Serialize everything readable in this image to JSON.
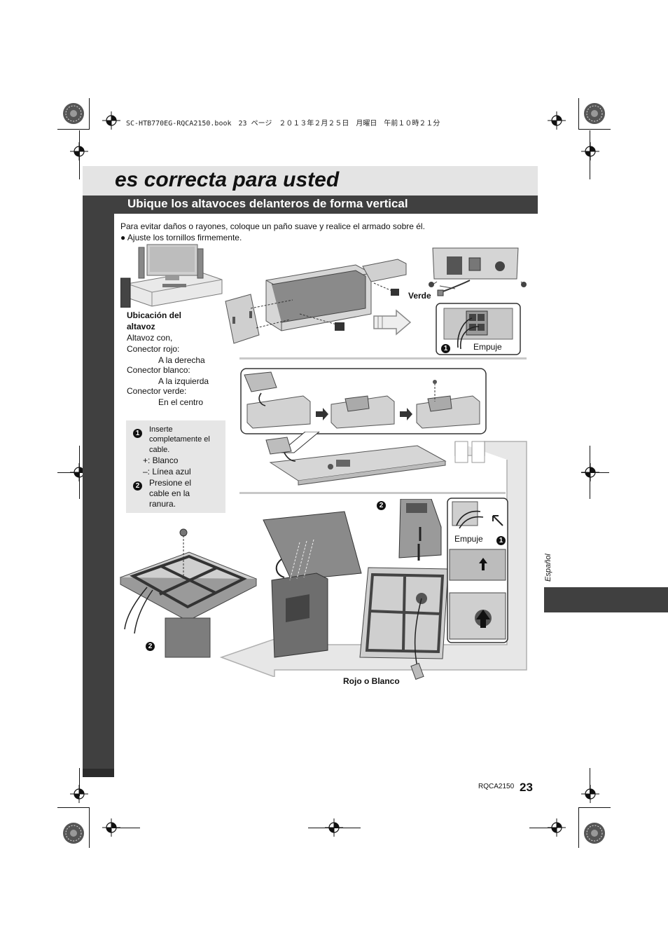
{
  "print_header": "SC-HTB770EG-RQCA2150.book　23 ページ　２０１３年２月２５日　月曜日　午前１０時２１分",
  "page_title": "es correcta para usted",
  "section_title": "Ubique los altavoces delanteros de forma vertical",
  "intro": "Para evitar daños o rayones, coloque un paño suave y realice el armado sobre él.",
  "bullet": "Ajuste los tornillos firmemente.",
  "location": {
    "heading_line1": "Ubicación del",
    "heading_line2": "altavoz",
    "line_altavoz": "Altavoz con,",
    "red_label": "Conector rojo:",
    "red_value": "A la derecha",
    "white_label": "Conector blanco:",
    "white_value": "A la izquierda",
    "green_label": "Conector verde:",
    "green_value": "En el centro"
  },
  "legend": {
    "step1_line1": "Inserte",
    "step1_line2": "completamente el",
    "step1_line3": "cable.",
    "plus": "+: Blanco",
    "minus": "–: Línea azul",
    "step2_line1": "Presione el",
    "step2_line2": "cable en la",
    "step2_line3": "ranura."
  },
  "labels": {
    "verde": "Verde",
    "empuje_1": "Empuje",
    "empuje_2": "Empuje",
    "rojo_o_blanco": "Rojo o Blanco"
  },
  "markers": {
    "one": "1",
    "two": "2"
  },
  "language": "Español",
  "footer": {
    "code": "RQCA2150",
    "page": "23"
  },
  "colors": {
    "band_dark": "#404040",
    "band_light": "#e4e4e4",
    "legend_bg": "#e6e6e6"
  },
  "icons": [
    "registration-mark-icon",
    "crosshair-icon",
    "arrow-right-icon",
    "arrow-left-icon",
    "arrow-up-icon"
  ]
}
